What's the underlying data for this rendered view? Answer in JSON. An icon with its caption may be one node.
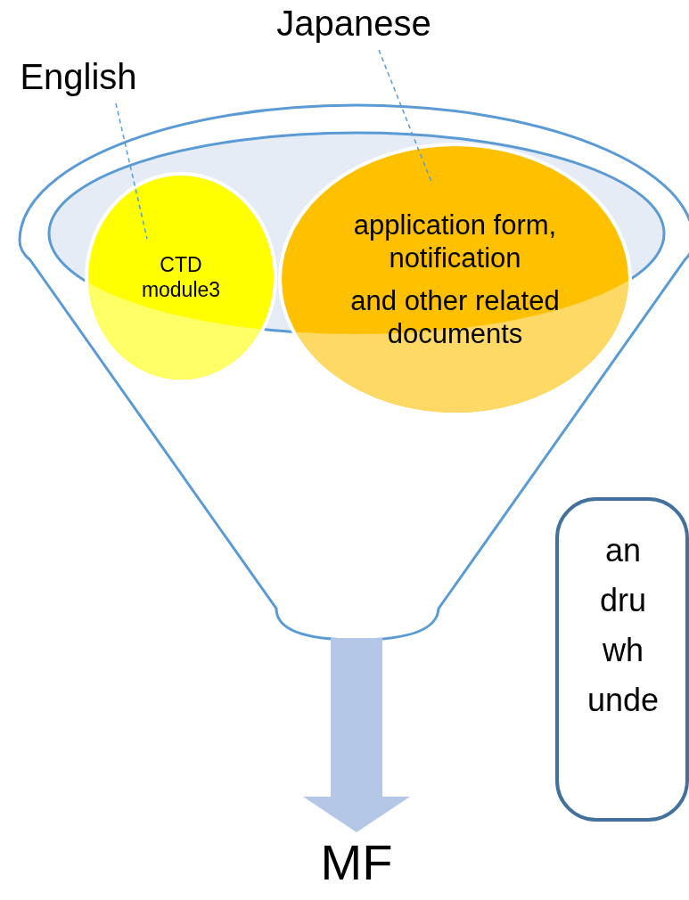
{
  "diagram": {
    "nodes": [
      {
        "text": [
          "English"
        ]
      },
      {
        "text": [
          "Japanese"
        ]
      },
      {
        "text": [],
        "shape": "funnel"
      },
      {
        "text": [
          "CTD module3"
        ],
        "in": 2
      },
      {
        "text": [
          "application form, notification",
          "and other related documents"
        ],
        "in": 2
      },
      {
        "text": [
          "MF"
        ]
      },
      {
        "text": [
          "an dru wh unde"
        ]
      }
    ],
    "edges": [
      {
        "from": 0,
        "to": 3,
        "arrow": "none",
        "style": "dashed"
      },
      {
        "from": 1,
        "to": 4,
        "arrow": "none",
        "style": "dashed"
      },
      {
        "from": 2,
        "to": 5,
        "arrow": "to",
        "style": "thick",
        "color": "#b4c7e7"
      }
    ]
  }
}
